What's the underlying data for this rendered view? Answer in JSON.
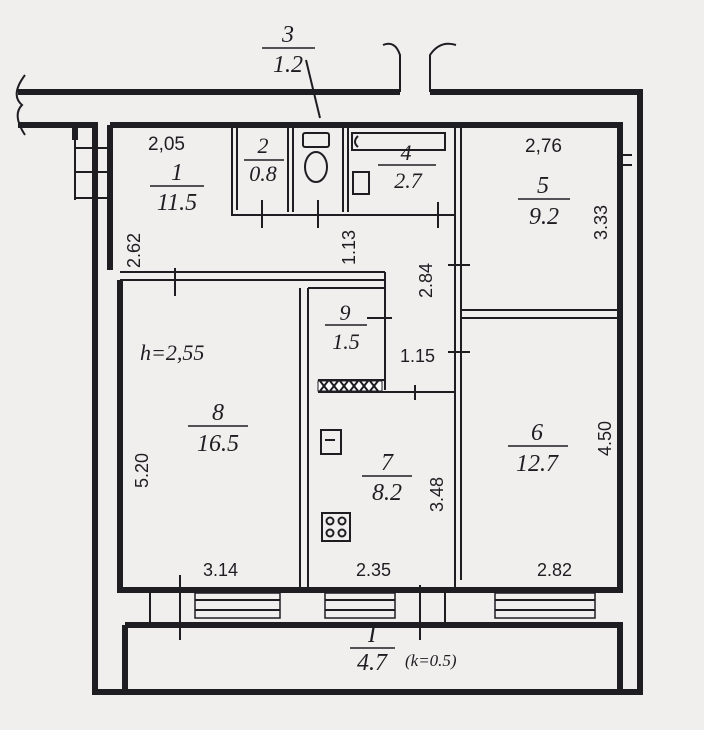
{
  "plan": {
    "ceiling_height": "h=2,55",
    "rooms": [
      {
        "id": "3",
        "area": "1.2"
      },
      {
        "id": "2",
        "area": "0.8"
      },
      {
        "id": "4",
        "area": "2.7"
      },
      {
        "id": "1",
        "area": "11.5"
      },
      {
        "id": "5",
        "area": "9.2"
      },
      {
        "id": "9",
        "area": "1.5"
      },
      {
        "id": "8",
        "area": "16.5"
      },
      {
        "id": "7",
        "area": "8.2"
      },
      {
        "id": "6",
        "area": "12.7"
      },
      {
        "id": "I",
        "area": "4.7",
        "note": "(k=0.5)"
      }
    ],
    "dimensions": {
      "d205": "2,05",
      "d276": "2,76",
      "d262": "2.62",
      "d113": "1.13",
      "d284": "2.84",
      "d333": "3.33",
      "d115": "1.15",
      "d520": "5.20",
      "d348": "3.48",
      "d450": "4.50",
      "d314": "3.14",
      "d235": "2.35",
      "d282": "2.82"
    }
  }
}
